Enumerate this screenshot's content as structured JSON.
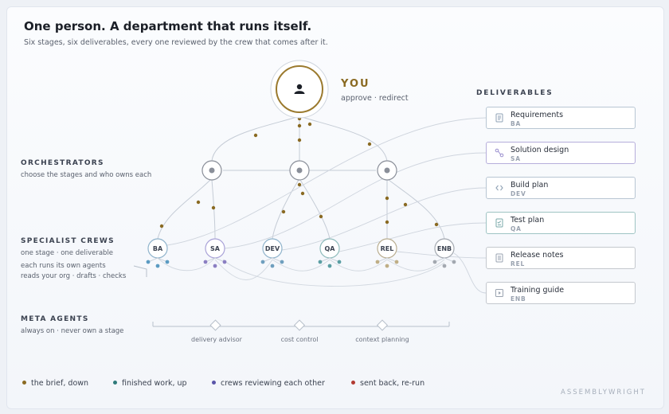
{
  "title": "One person. A department that runs itself.",
  "subtitle": "Six stages, six deliverables, every one reviewed by the crew that comes after it.",
  "you": {
    "label": "YOU",
    "sub": "approve · redirect",
    "icon": "person-icon"
  },
  "sections": {
    "orchestrators": {
      "label": "ORCHESTRATORS",
      "desc": "choose the stages and who owns each"
    },
    "crews": {
      "label": "SPECIALIST CREWS",
      "desc1": "one stage · one deliverable",
      "desc2": "each runs its own agents",
      "desc3": "reads your org · drafts · checks"
    },
    "meta": {
      "label": "META AGENTS",
      "desc": "always on · never own a stage"
    }
  },
  "crews": [
    "BA",
    "SA",
    "DEV",
    "QA",
    "REL",
    "ENB"
  ],
  "deliverables_title": "DELIVERABLES",
  "deliverables": [
    {
      "name": "Requirements",
      "code": "BA",
      "icon": "document-icon"
    },
    {
      "name": "Solution design",
      "code": "SA",
      "icon": "branch-icon"
    },
    {
      "name": "Build plan",
      "code": "DEV",
      "icon": "code-icon"
    },
    {
      "name": "Test plan",
      "code": "QA",
      "icon": "checklist-icon"
    },
    {
      "name": "Release notes",
      "code": "REL",
      "icon": "notes-icon"
    },
    {
      "name": "Training guide",
      "code": "ENB",
      "icon": "play-icon"
    }
  ],
  "meta_agents": [
    "delivery advisor",
    "cost control",
    "context planning"
  ],
  "legend": [
    {
      "label": "the brief, down",
      "color": "#8a6a22"
    },
    {
      "label": "finished work, up",
      "color": "#2e7a7a"
    },
    {
      "label": "crews reviewing each other",
      "color": "#5a55a8"
    },
    {
      "label": "sent back, re-run",
      "color": "#b23b32"
    }
  ],
  "brand": "ASSEMBLYWRIGHT",
  "colors": {
    "gold": "#9b7a2e",
    "teal": "#5b9ea3",
    "purple": "#8b7fc2",
    "line": "#c5ccd6"
  }
}
